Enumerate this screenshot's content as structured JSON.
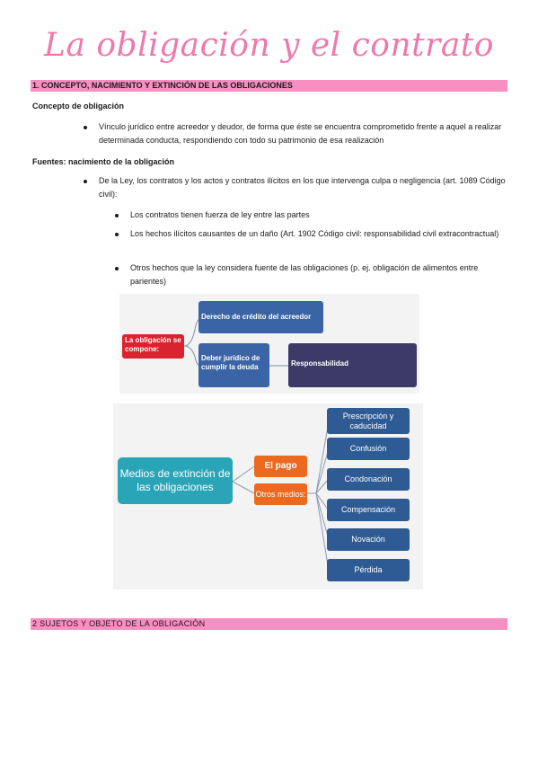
{
  "title": "La obligación y el contrato",
  "section1": {
    "heading": "1. CONCEPTO, NACIMIENTO Y EXTINCIÓN DE LAS OBLIGACIONES",
    "concepto_heading": "Concepto de obligación",
    "concepto_bullet": "Vínculo jurídico entre acreedor y deudor, de forma que éste se encuentra comprometido frente a aquel a realizar determinada conducta, respondiendo con todo su patrimonio de esa realización",
    "fuentes_heading": "Fuentes: nacimiento de la obligación",
    "fuentes_bullet": "De la Ley, los contratos y los actos y contratos ilícitos en los que intervenga culpa o negligencia (art. 1089 Código civil):",
    "fuentes_sub": [
      "Los contratos tienen fuerza de ley entre las partes",
      "Los hechos ilícitos causantes de un daño (Art. 1902 Código civil: responsabilidad civil extracontractual)",
      "Otros hechos que la ley considera fuente de las obligaciones (p. ej. obligación de alimentos entre parientes)"
    ]
  },
  "diagram1": {
    "root": "La obligación se compone:",
    "child1": "Derecho de crédito del acreedor",
    "child2": "Deber jurídico de cumplir la deuda",
    "child2_result": "Responsabilidad",
    "colors": {
      "root": "#d9232e",
      "node": "#3a64a5",
      "dark": "#3d3a68"
    }
  },
  "diagram2": {
    "root": "Medios de extinción de las obligaciones",
    "pago": "El pago",
    "otros": "Otros medios:",
    "items": [
      "Prescripción y caducidad",
      "Confusión",
      "Condonación",
      "Compensación",
      "Novación",
      "Pérdida"
    ],
    "colors": {
      "root": "#2aa5b8",
      "orange": "#ec6a20",
      "item": "#2e5b93"
    }
  },
  "section2": {
    "heading": "2 SUJETOS Y OBJETO DE LA OBLIGACIÓN"
  }
}
